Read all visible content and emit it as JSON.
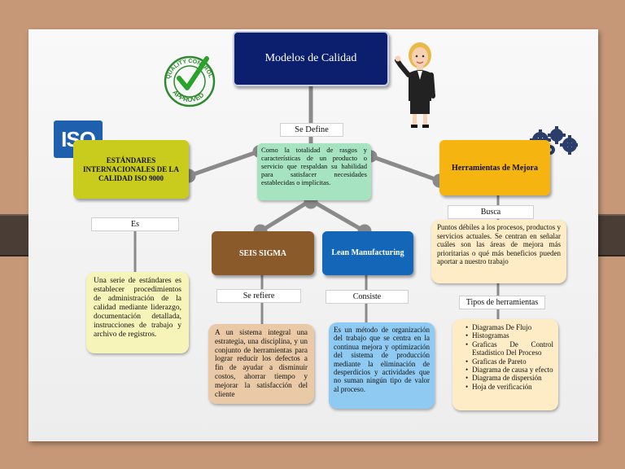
{
  "title": "Modelos de Calidad",
  "connectors": {
    "se_define": "Se Define",
    "es": "Es",
    "busca": "Busca",
    "se_refiere": "Se refiere",
    "consiste": "Consiste",
    "tipos": "Tipos de herramientas"
  },
  "definition": "Como la totalidad de rasgos y características de un producto o servicio que respaldan su habilidad para satisfacer necesidades establecidas o implícitas.",
  "iso": {
    "logo_text": "ISO",
    "title": "ESTÁNDARES INTERNACIONALES DE LA CALIDAD ISO 9000",
    "description": "Una serie de estándares es establecer procedimientos de administración de la calidad mediante liderazgo, documentación detallada, instrucciones de trabajo y archivo de registros."
  },
  "herramientas": {
    "title": "Herramientas de Mejora",
    "description": "Puntos débiles a los procesos, productos y servicios actuales. Se centran en señalar cuáles son las áreas de mejora más prioritarias o qué más beneficios pueden aportar a nuestro trabajo",
    "tools": [
      "Diagramas De Flujo",
      "Histogramas",
      "Graficas De Control Estadístico Del Proceso",
      "Graficas de Pareto",
      "Diagrama de causa y efecto",
      "Diagrama de dispersión",
      "Hoja de verificación"
    ]
  },
  "seis_sigma": {
    "title": "SEIS SIGMA",
    "description": "A un sistema integral una estrategia, una disciplina, y un conjunto de herramientas para lograr reducir los defectos a fin de ayudar a disminuir costos, ahorrar tiempo y mejorar la satisfacción del cliente"
  },
  "lean": {
    "title": "Lean Manufacturing",
    "description": "Es un método de organización del trabajo que se centra en la continua mejora y optimización del sistema de producción mediante la eliminación de desperdicios y actividades que no suman ningún tipo de valor al proceso."
  },
  "stamp": {
    "top_text": "QUALITY CONTROL",
    "bottom_text": "APPROVED"
  },
  "colors": {
    "title_box": "#0b1f6e",
    "iso_box": "#c9cc1d",
    "herramientas_box": "#f5b40f",
    "seis_box": "#8a5a2b",
    "lean_box": "#1466b8",
    "definition_box": "#a6e3c0",
    "connector": "#8a8a8a"
  }
}
